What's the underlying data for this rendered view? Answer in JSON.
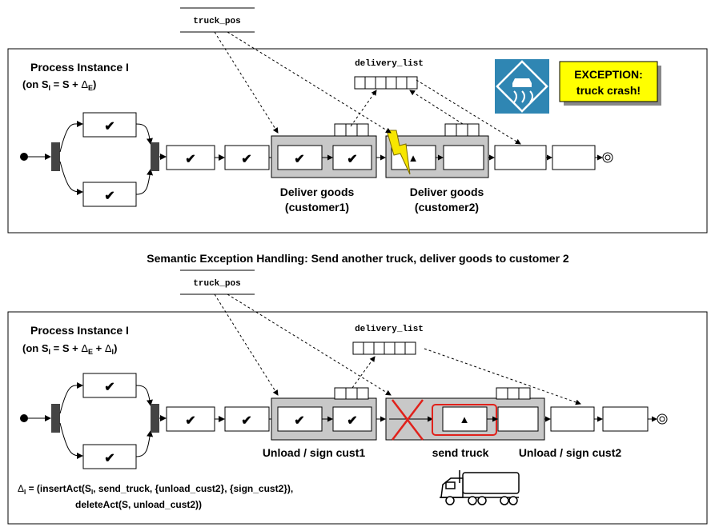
{
  "top": {
    "data_object_1": "truck_pos",
    "data_object_2": "delivery_list",
    "instance_title": "Process Instance I",
    "instance_schema_main": "(on S",
    "instance_schema_sub": "I",
    "instance_schema_rest": " = S + ",
    "instance_delta": "Δ",
    "instance_delta_sub": "E",
    "instance_schema_close": ")",
    "check_mark": "✔",
    "activated_mark": "▲",
    "label_deliver_1_line1": "Deliver goods",
    "label_deliver_1_line2": "(customer1)",
    "label_deliver_2_line1": "Deliver goods",
    "label_deliver_2_line2": "(customer2)",
    "exception_line1": "EXCEPTION:",
    "exception_line2": "truck crash!"
  },
  "middle_heading": "Semantic Exception Handling: Send another truck, deliver goods to customer 2",
  "bottom": {
    "data_object_1": "truck_pos",
    "data_object_2": "delivery_list",
    "instance_title": "Process Instance I",
    "instance_schema_main": "(on S",
    "instance_schema_sub": "I",
    "instance_schema_rest": " = S + ",
    "instance_delta_e": "Δ",
    "instance_delta_e_sub": "E",
    "instance_plus": " + ",
    "instance_delta_i": "Δ",
    "instance_delta_i_sub": "I",
    "instance_schema_close": ")",
    "check_mark": "✔",
    "activated_mark": "▲",
    "label_unload_1": "Unload / sign cust1",
    "label_send_truck": "send truck",
    "label_unload_2": "Unload / sign cust2",
    "delta_symbol": "Δ",
    "delta_sub": "I",
    "delta_line1_pre": " = (insertAct(S",
    "delta_line1_sub": "I",
    "delta_line1_post": ", send_truck, {unload_cust2}, {sign_cust2}),",
    "delta_line2": "deleteAct(S, unload_cust2))"
  },
  "colors": {
    "exception_bg": "#ffff00",
    "sign_blue": "#2f86b3",
    "highlight_red": "#e0211b",
    "lightning_yellow": "#f7e600",
    "group_grey": "#c8c8c8"
  }
}
